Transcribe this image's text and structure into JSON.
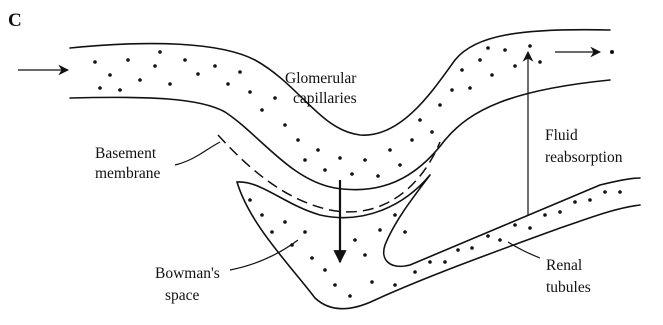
{
  "panel_label": "C",
  "labels": {
    "glomerular_line1": "Glomerular",
    "glomerular_line2": "capillaries",
    "basement_line1": "Basement",
    "basement_line2": "membrane",
    "fluid_line1": "Fluid",
    "fluid_line2": "reabsorption",
    "bowman_line1": "Bowman's",
    "bowman_line2": "space",
    "renal_line1": "Renal",
    "renal_line2": "tubules"
  }
}
